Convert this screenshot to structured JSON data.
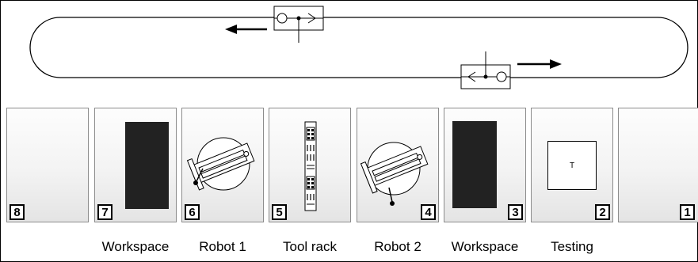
{
  "stations": [
    {
      "number": "8",
      "label": ""
    },
    {
      "number": "7",
      "label": "Workspace"
    },
    {
      "number": "6",
      "label": "Robot 1"
    },
    {
      "number": "5",
      "label": "Tool rack"
    },
    {
      "number": "4",
      "label": "Robot 2"
    },
    {
      "number": "3",
      "label": "Workspace"
    },
    {
      "number": "2",
      "label": "Testing"
    },
    {
      "number": "1",
      "label": ""
    }
  ],
  "testing_box_text": "T",
  "colors": {
    "block": "#222222",
    "station_border": "#8c8c8c",
    "track": "#000000"
  }
}
